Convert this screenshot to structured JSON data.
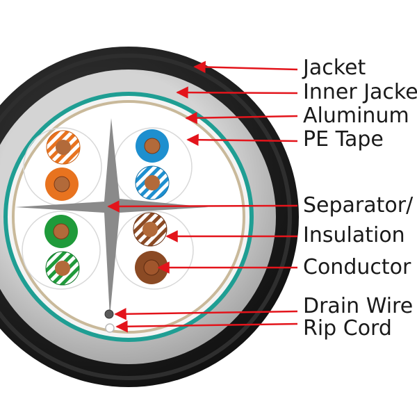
{
  "labels": {
    "jacket": "Jacket",
    "inner_jacket": "Inner Jacke",
    "aluminum": "Aluminum",
    "pe_tape": "PE Tape",
    "separator": "Separator/",
    "insulation": "Insulation",
    "conductor": "Conductor",
    "drain_wire": "Drain Wire",
    "rip_cord": "Rip Cord"
  },
  "colors": {
    "jacket": "#1c1c1c",
    "inner_jacket": "#bdbdbd",
    "aluminum": "#1f9e93",
    "pe_tape": "#c9b99a",
    "separator": "#8a8a8a",
    "leader_line": "#e3141b",
    "pair_orange": "#e8731f",
    "pair_blue": "#1e8fcf",
    "pair_green": "#1f9a3a",
    "pair_brown": "#8b4a24",
    "conductor_copper": "#b26a3a"
  },
  "pairs": [
    {
      "name": "orange",
      "solid": "#e8731f"
    },
    {
      "name": "blue",
      "solid": "#1e8fcf"
    },
    {
      "name": "green",
      "solid": "#1f9a3a"
    },
    {
      "name": "brown",
      "solid": "#8b4a24"
    }
  ]
}
